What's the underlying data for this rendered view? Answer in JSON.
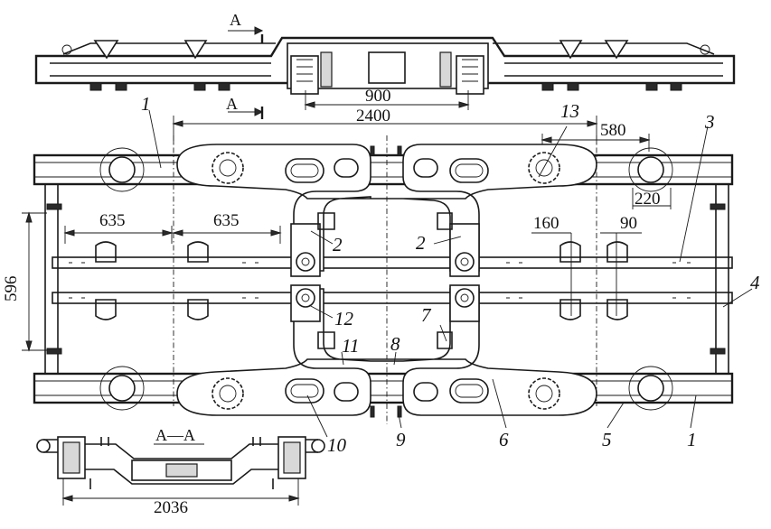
{
  "section_marks": {
    "top": "A",
    "bottom": "A",
    "section_title": "A—A"
  },
  "dimensions": {
    "d900": "900",
    "d2400": "2400",
    "d580": "580",
    "d220": "220",
    "d635_left": "635",
    "d635_right": "635",
    "d596": "596",
    "d160": "160",
    "d90": "90",
    "d2036": "2036"
  },
  "callouts": {
    "c1_top": "1",
    "c1_bottom": "1",
    "c2_left": "2",
    "c2_right": "2",
    "c3": "3",
    "c4": "4",
    "c5": "5",
    "c6": "6",
    "c7": "7",
    "c8": "8",
    "c9": "9",
    "c10": "10",
    "c11": "11",
    "c12": "12",
    "c13": "13"
  }
}
